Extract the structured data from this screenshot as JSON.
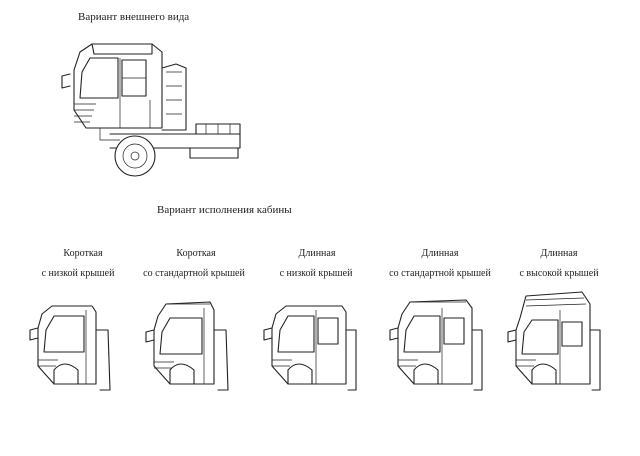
{
  "exterior": {
    "title": "Вариант внешнего вида"
  },
  "cabins": {
    "title": "Вариант исполнения кабины",
    "variants": [
      {
        "line1": "Короткая",
        "line2": "с низкой крышей"
      },
      {
        "line1": "Короткая",
        "line2": "со стандартной крышей"
      },
      {
        "line1": "Длинная",
        "line2": "с низкой крышей"
      },
      {
        "line1": "Длинная",
        "line2": "со стандартной крышей"
      },
      {
        "line1": "Длинная",
        "line2": "с высокой крышей"
      }
    ]
  }
}
